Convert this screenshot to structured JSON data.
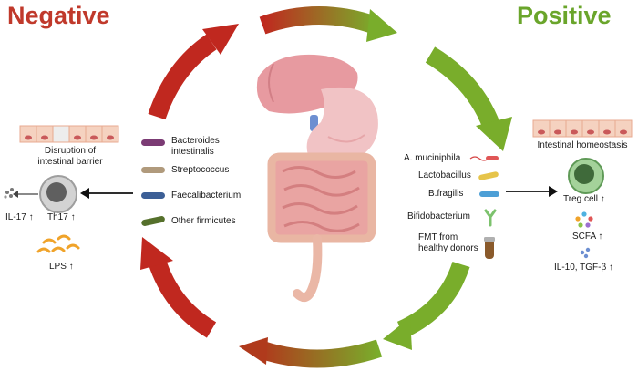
{
  "headings": {
    "negative": "Negative",
    "positive": "Positive"
  },
  "colors": {
    "negative": "#c0392b",
    "positive": "#6aa52b",
    "arrow_red": "#c0281f",
    "arrow_green": "#79ad2b"
  },
  "negative_side": {
    "barrier_label": [
      "Disruption of",
      "intestinal barrier"
    ],
    "th17_label": "Th17",
    "il17_label": "IL-17",
    "lps_label": "LPS",
    "bacteria": [
      "Bacteroides",
      "intestinalis",
      "Streptococcus",
      "Faecalibacterium",
      "Other firmicutes"
    ]
  },
  "positive_side": {
    "homeostasis_label": "Intestinal homeostasis",
    "bacteria": [
      "A. muciniphila",
      "Lactobacillus",
      "B.fragilis",
      "Bifidobacterium"
    ],
    "fmt_label": [
      "FMT  from",
      "healthy donors"
    ],
    "treg_label": "Treg cell",
    "scfa_label": "SCFA",
    "cytokine_label": "IL-10, TGF-β"
  }
}
